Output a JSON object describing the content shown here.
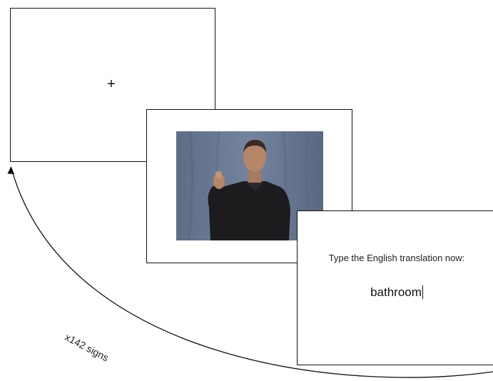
{
  "fixation": {
    "symbol": "+"
  },
  "video": {
    "icon": "person-signing-icon",
    "colors": {
      "backdrop": "#6b7b93",
      "shirt": "#1c1c1e",
      "skin": "#b58668",
      "hair": "#3a2a20"
    }
  },
  "response": {
    "prompt": "Type the English translation now:",
    "typed_value": "bathroom"
  },
  "loop": {
    "label": "x142 signs",
    "arrow_icon": "curved-arrow-icon"
  }
}
